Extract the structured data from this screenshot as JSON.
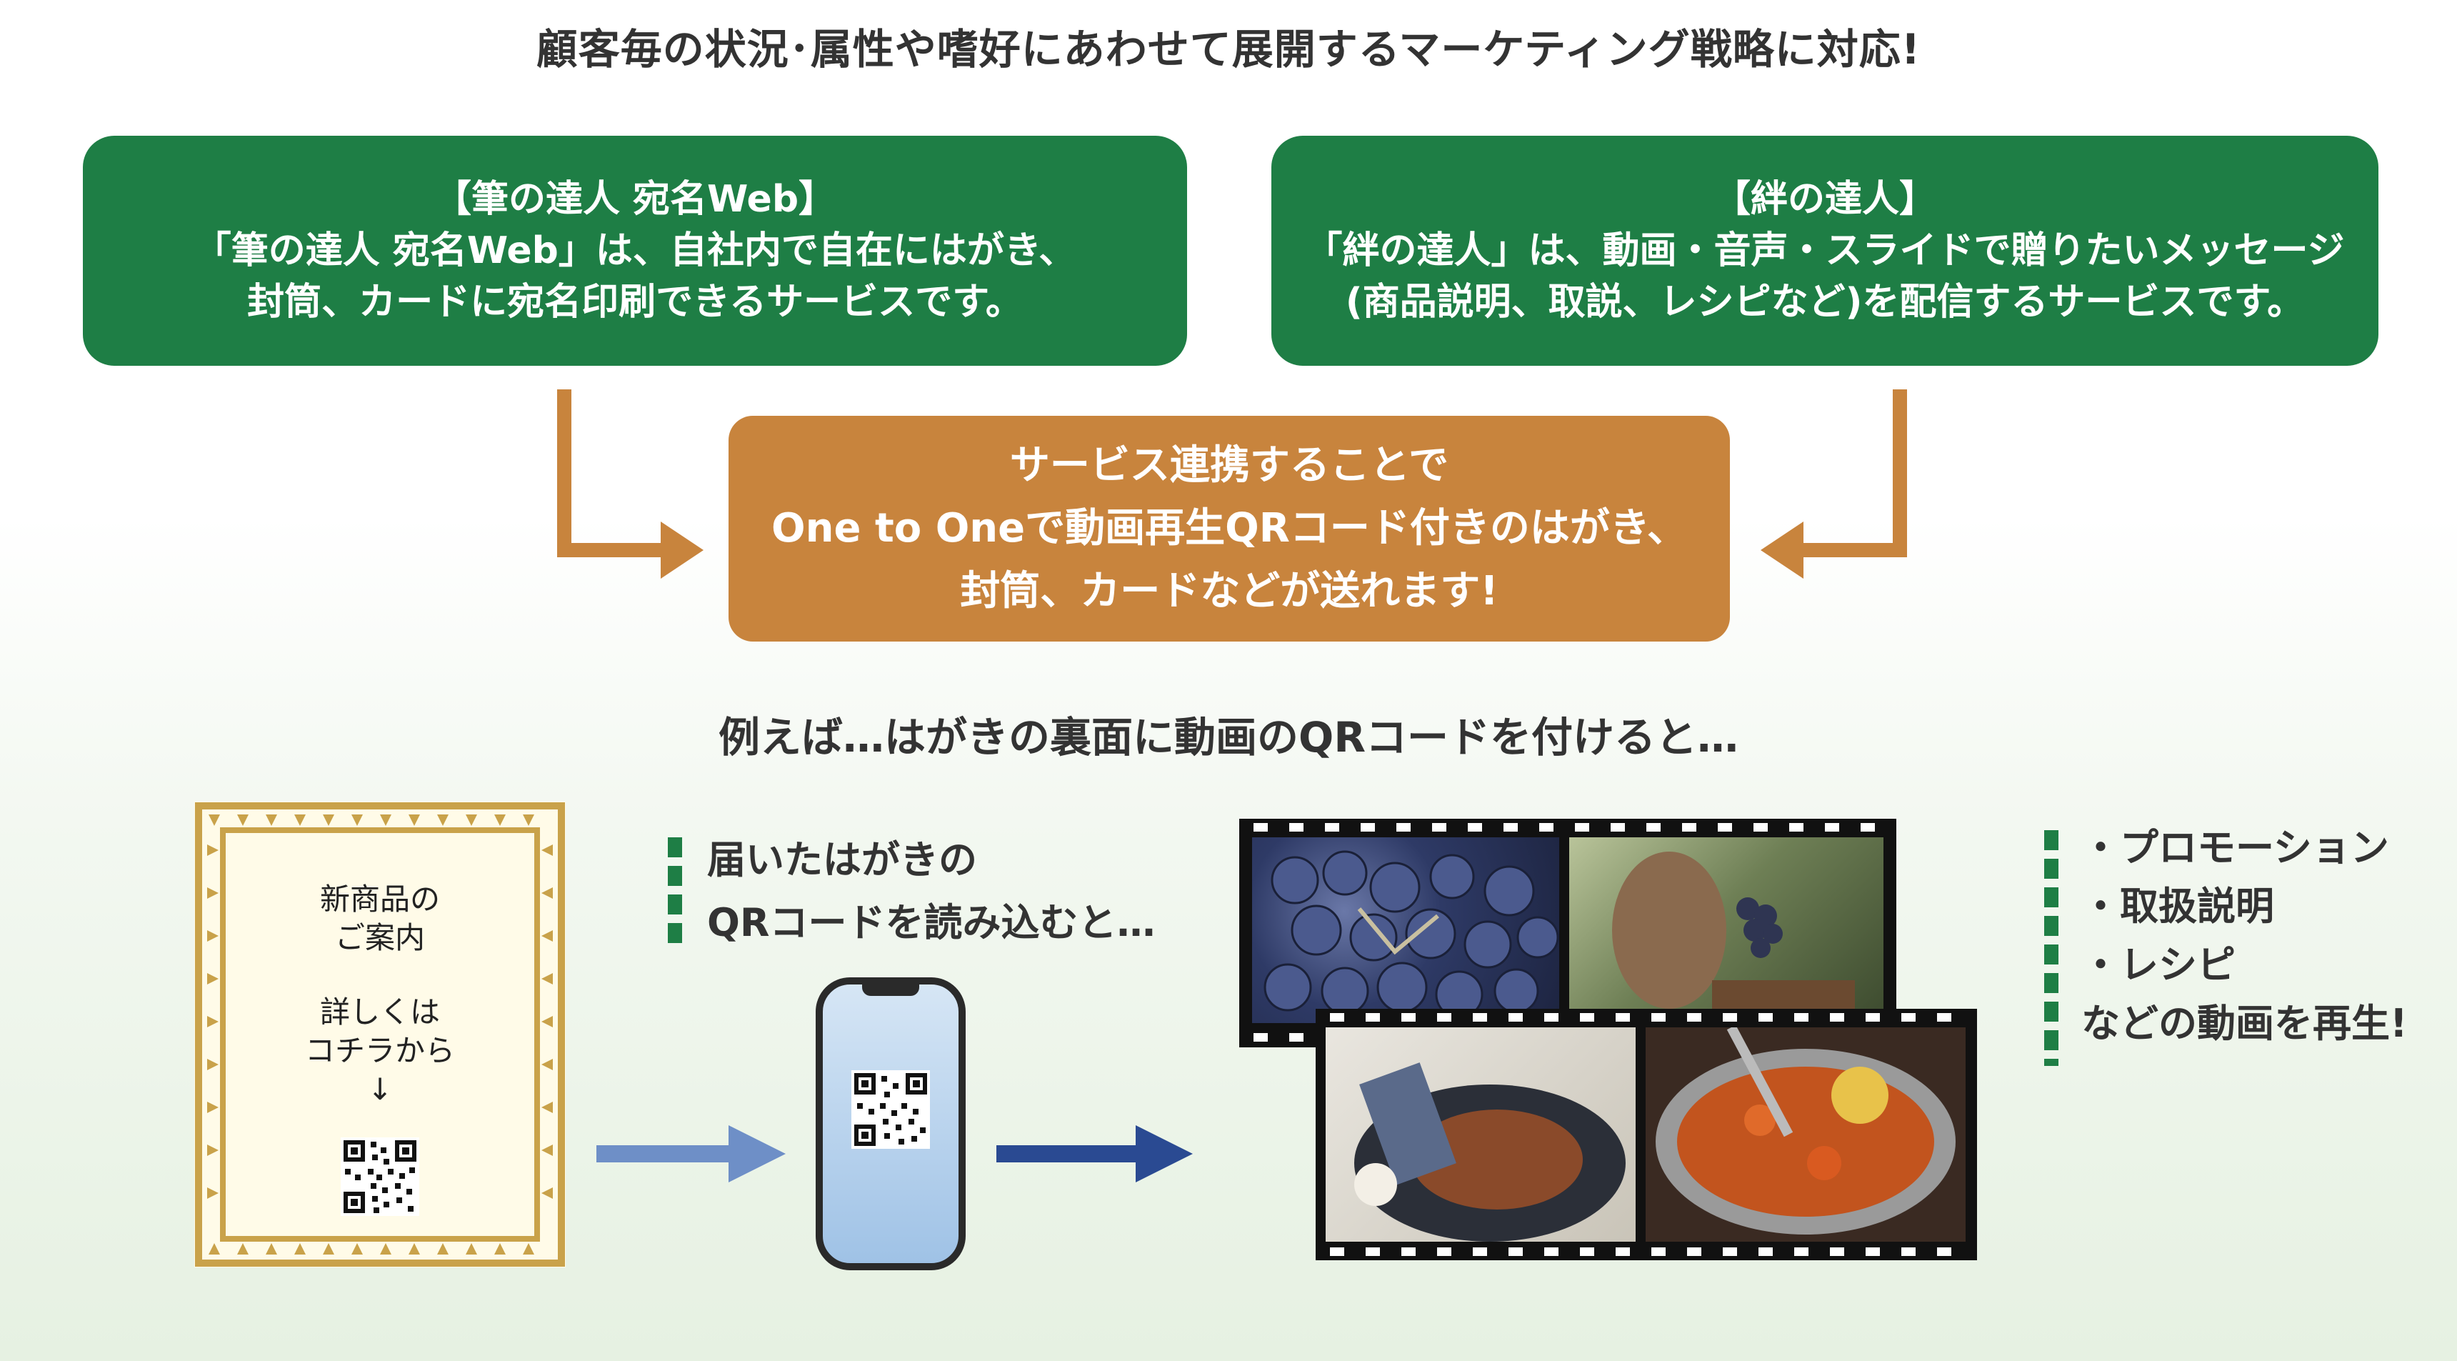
{
  "headline": "顧客毎の状況･属性や嗜好にあわせて展開するマーケティング戦略に対応!",
  "left_box": {
    "title": "【筆の達人 宛名Web】",
    "line1": "「筆の達人 宛名Web」は、自社内で自在にはがき、",
    "line2": "封筒、カードに宛名印刷できるサービスです。"
  },
  "right_box": {
    "title": "【絆の達人】",
    "line1": "「絆の達人」は、動画・音声・スライドで贈りたいメッセージ",
    "line2": "(商品説明、取説、レシピなど)を配信するサービスです。"
  },
  "center_box": {
    "line1": "サービス連携することで",
    "line2": "One to Oneで動画再生QRコード付きのはがき、",
    "line3": "封筒、カードなどが送れます!"
  },
  "example_title": "例えば…はがきの裏面に動画のQRコードを付けると…",
  "postcard": {
    "line1": "新商品の",
    "line2": "ご案内",
    "line3": "詳しくは",
    "line4": "コチラから",
    "arrow": "↓"
  },
  "step_note": {
    "line1": "届いたはがきの",
    "line2": "QRコードを読み込むと…"
  },
  "result_note": {
    "line1": "・プロモーション",
    "line2": "・取扱説明",
    "line3": "・レシピ",
    "line4": "などの動画を再生!"
  },
  "colors": {
    "green": "#1e7e45",
    "orange": "#c8843d",
    "arrow_light_blue": "#6e8fc7",
    "arrow_dark_blue": "#2a4a92"
  },
  "icons": {
    "qr": "qr-code-icon",
    "phone": "smartphone-icon",
    "arrow": "arrow-right-icon"
  }
}
